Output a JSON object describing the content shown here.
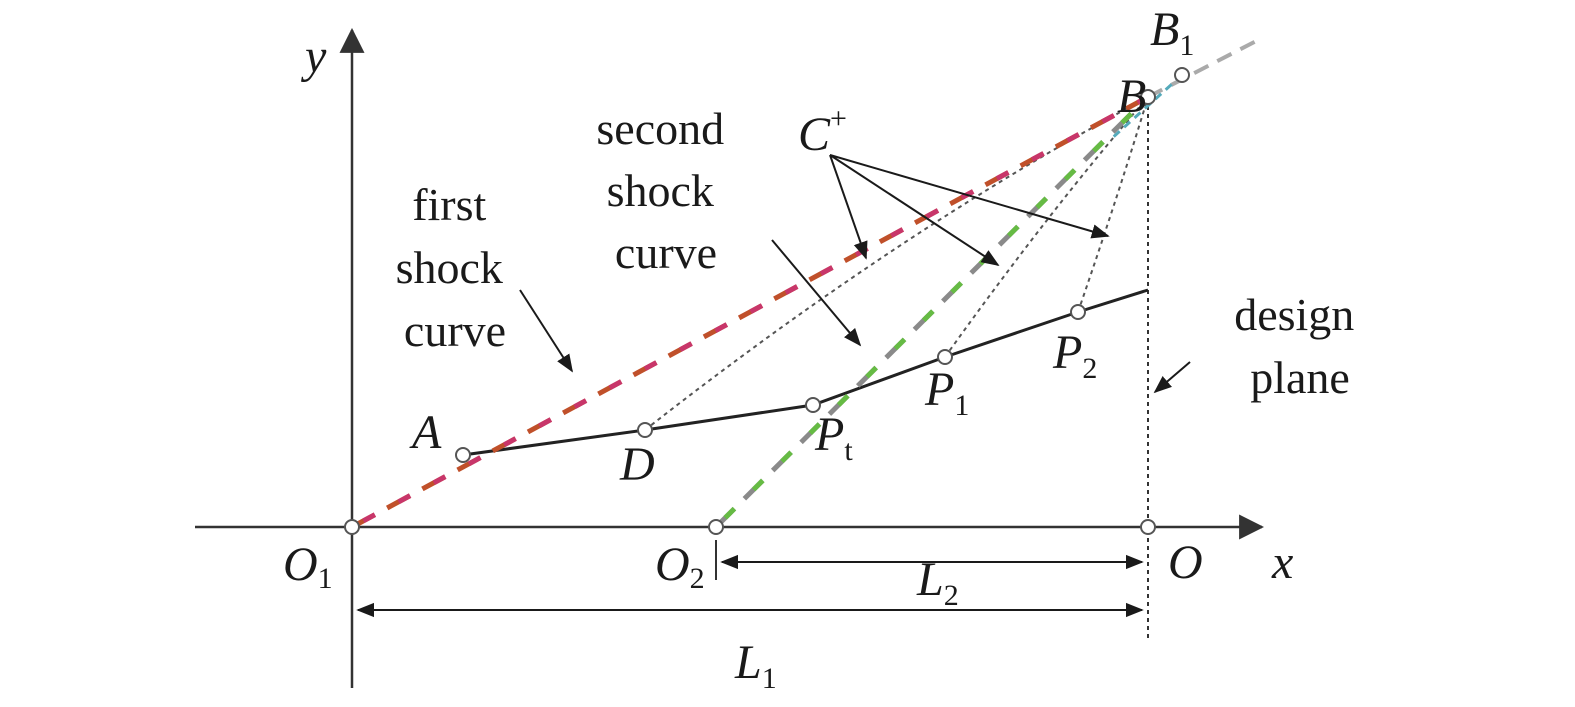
{
  "axes": {
    "x_label": "x",
    "y_label": "y"
  },
  "points": {
    "O1": {
      "name": "O",
      "sub": "1"
    },
    "O2": {
      "name": "O",
      "sub": "2"
    },
    "O": {
      "name": "O"
    },
    "A": {
      "name": "A"
    },
    "D": {
      "name": "D"
    },
    "Pt": {
      "name": "P",
      "sub": "t"
    },
    "P1": {
      "name": "P",
      "sub": "1"
    },
    "P2": {
      "name": "P",
      "sub": "2"
    },
    "B": {
      "name": "B"
    },
    "B1": {
      "name": "B",
      "sub": "1"
    }
  },
  "char_label": {
    "name": "C",
    "sup": "+"
  },
  "dimensions": {
    "L1": {
      "name": "L",
      "sub": "1"
    },
    "L2": {
      "name": "L",
      "sub": "2"
    }
  },
  "labels": {
    "first_shock": [
      "first",
      "shock",
      "curve"
    ],
    "second_shock": [
      "second",
      "shock",
      "curve"
    ],
    "design_plane": [
      "design",
      "plane"
    ]
  },
  "colors": {
    "first_shock": "#c8366a",
    "first_shock_alt": "#c0502a",
    "second_shock": "#66bb44",
    "second_shock_alt": "#8a8a8a",
    "extension": "#aaaaaa",
    "ink": "#1a1a1a"
  }
}
